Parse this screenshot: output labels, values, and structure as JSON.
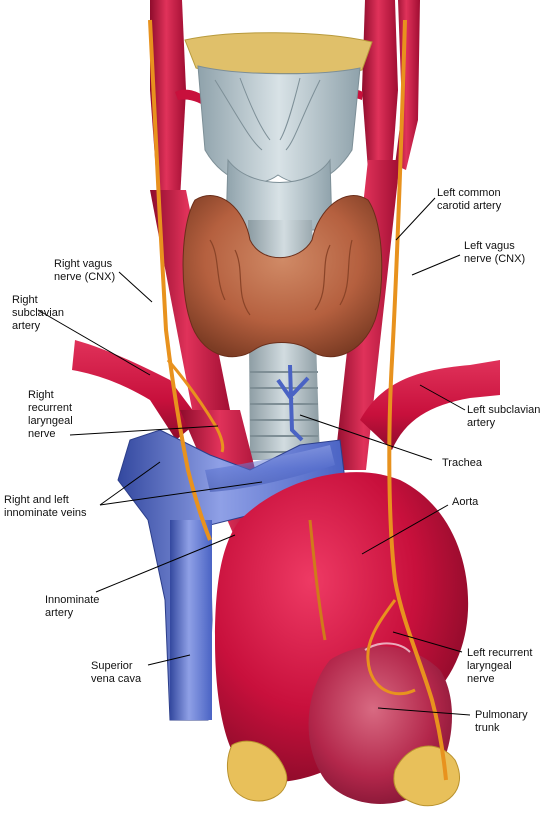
{
  "labels": {
    "left_common_carotid_artery": "Left common\ncarotid artery",
    "right_vagus_nerve": "Right vagus\nnerve (CNX)",
    "left_vagus_nerve": "Left vagus\nnerve (CNX)",
    "right_subclavian_artery": "Right\nsubclavian\nartery",
    "right_recurrent_laryngeal_nerve": "Right\nrecurrent\nlaryngeal\nnerve",
    "left_subclavian_artery": "Left subclavian\nartery",
    "trachea": "Trachea",
    "right_and_left_innominate_veins": "Right and left\ninnominate veins",
    "aorta": "Aorta",
    "innominate_artery": "Innominate\nartery",
    "left_recurrent_laryngeal_nerve": "Left recurrent\nlaryngeal\nnerve",
    "superior_vena_cava": "Superior\nvena cava",
    "pulmonary_trunk": "Pulmonary\ntrunk"
  },
  "colors": {
    "artery": "#c8103c",
    "artery_highlight": "#e8456a",
    "vein": "#4a63c4",
    "vein_highlight": "#8fa0e6",
    "nerve": "#e8921e",
    "thyroid": "#b5603f",
    "larynx": "#b9c8cf",
    "trachea": "#b5c3c9",
    "fat": "#e9c35a",
    "pulmonary": "#b3274b"
  }
}
